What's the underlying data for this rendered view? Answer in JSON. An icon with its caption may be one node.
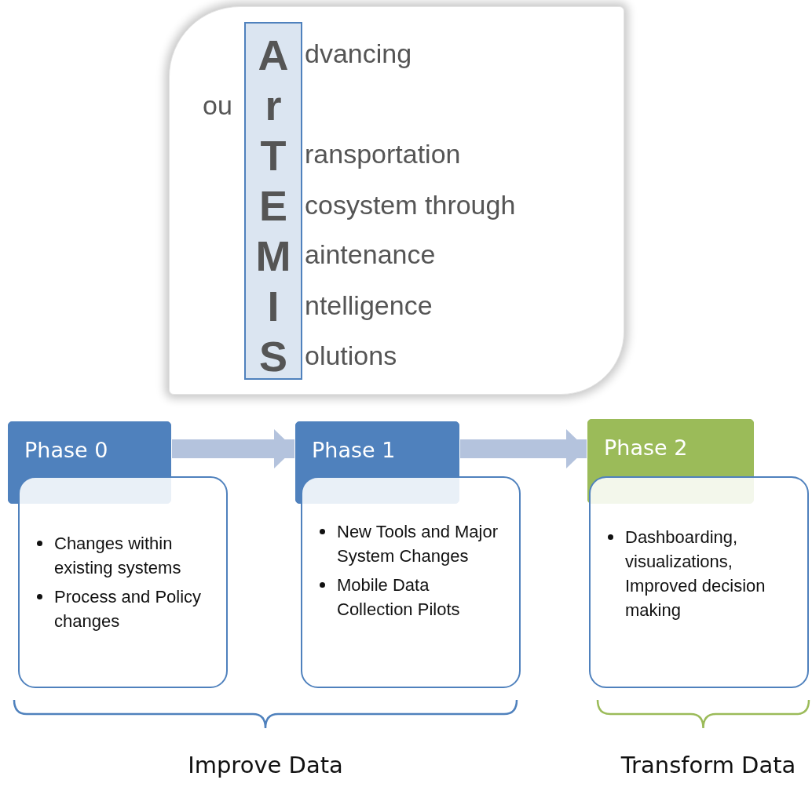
{
  "diagram": {
    "nodes": [
      {
        "text": [],
        "shape": "box"
      },
      {
        "text": [
          "ArTEMIS"
        ],
        "in": 0,
        "beside": [
          "dvancing",
          "ou",
          "ransportation",
          "cosystem through",
          "aintenance",
          "ntelligence",
          "olutions"
        ]
      },
      {
        "text": [
          "Phase 0"
        ]
      },
      {
        "text": [
          "Changes within existing systems",
          "Process and Policy changes"
        ]
      },
      {
        "text": [
          "Phase 1"
        ]
      },
      {
        "text": [
          "New Tools and Major System Changes",
          "Mobile Data Collection Pilots"
        ]
      },
      {
        "text": [
          "Phase 2"
        ]
      },
      {
        "text": [
          "Dashboarding, visualizations, Improved decision making"
        ]
      }
    ],
    "edges": [
      {
        "from": 2,
        "to": 4,
        "arrow": "to"
      },
      {
        "from": 4,
        "to": 6,
        "arrow": "to"
      }
    ],
    "labels": [
      "Improve Data",
      "Transform Data"
    ]
  }
}
